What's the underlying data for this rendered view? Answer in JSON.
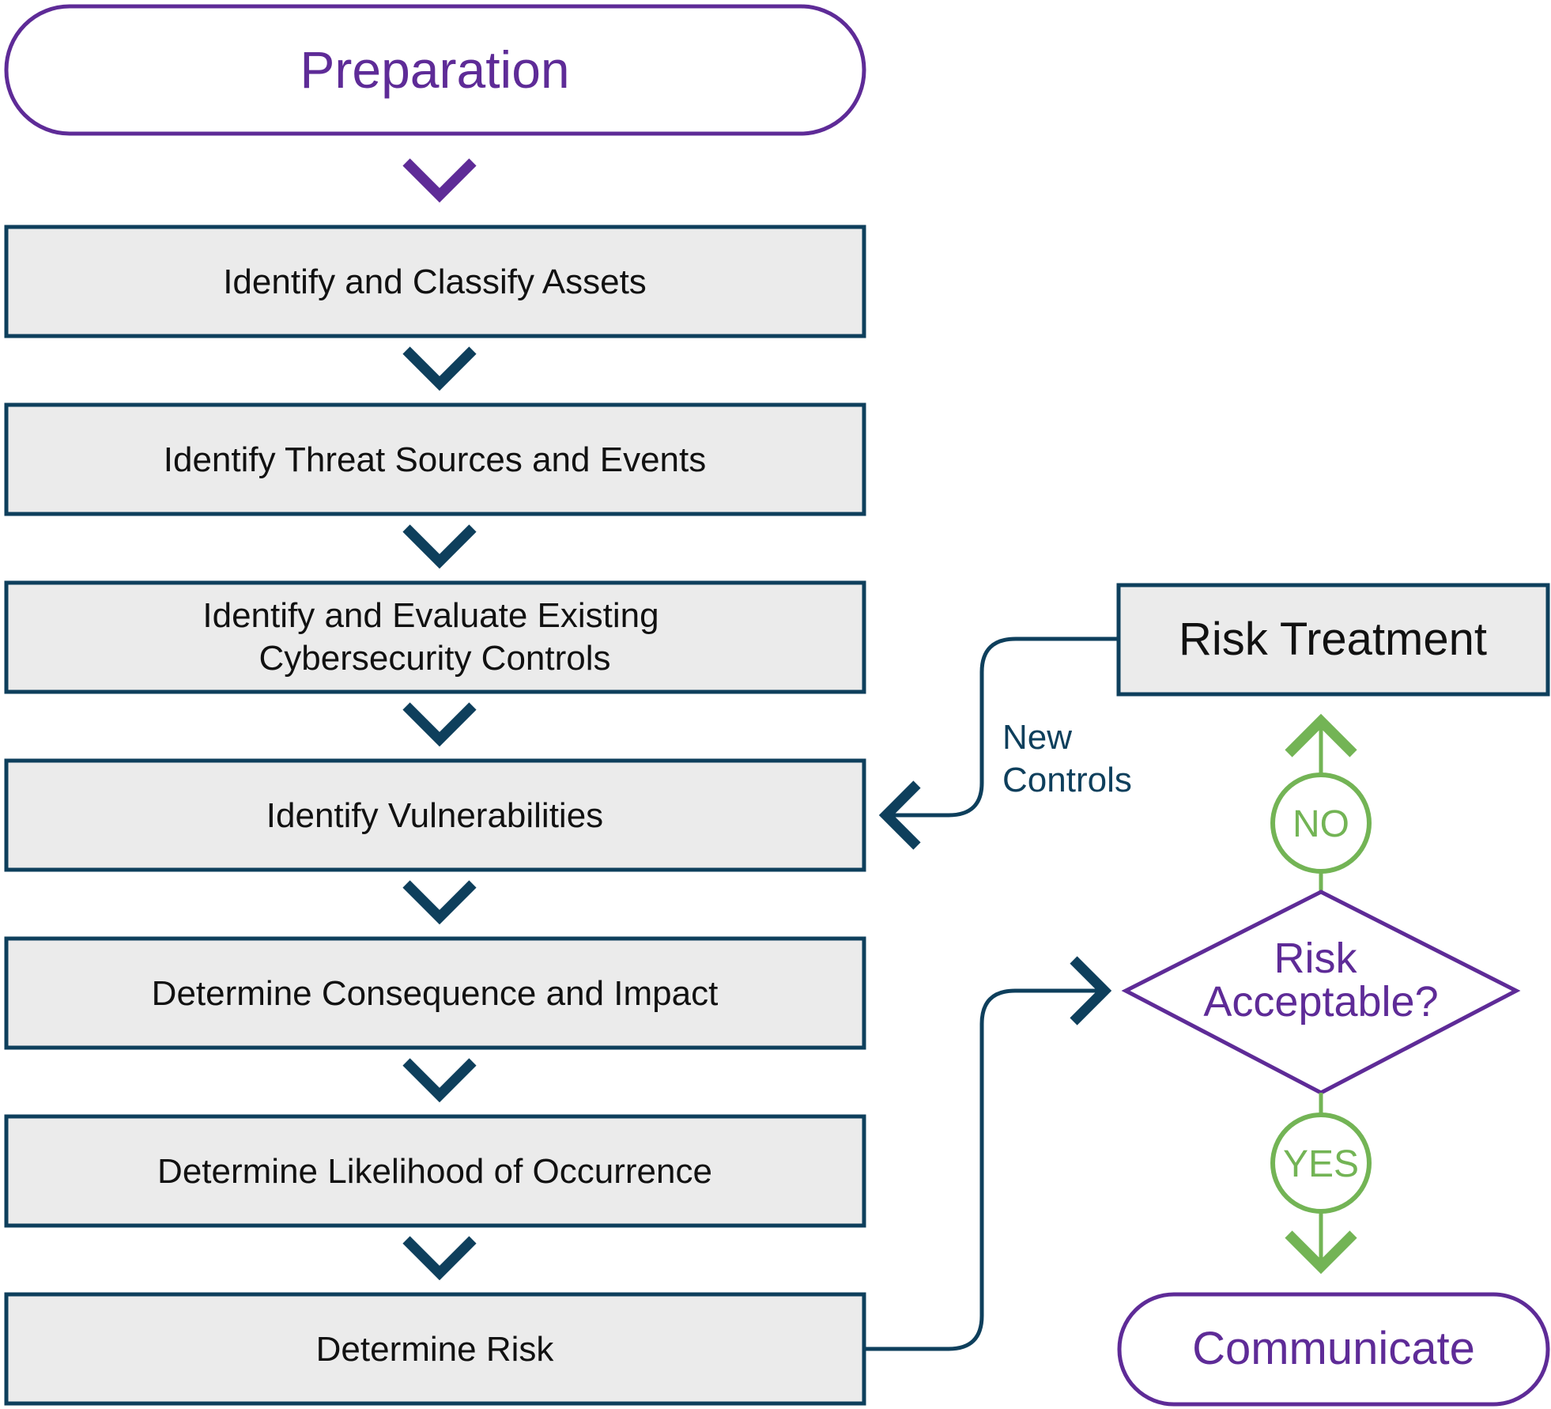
{
  "colors": {
    "purple": "#5e2b97",
    "teal": "#0e3f5c",
    "green": "#73b455",
    "box_fill": "#ebebeb"
  },
  "start": {
    "label": "Preparation"
  },
  "steps": [
    {
      "lines": [
        "Identify and Classify Assets"
      ]
    },
    {
      "lines": [
        "Identify Threat Sources and Events"
      ]
    },
    {
      "lines": [
        "Identify and Evaluate Existing",
        "Cybersecurity Controls"
      ]
    },
    {
      "lines": [
        "Identify Vulnerabilities"
      ]
    },
    {
      "lines": [
        "Determine Consequence and Impact"
      ]
    },
    {
      "lines": [
        "Determine Likelihood of Occurrence"
      ]
    },
    {
      "lines": [
        "Determine Risk"
      ]
    }
  ],
  "treatment": {
    "label": "Risk Treatment"
  },
  "feedback": {
    "lines": [
      "New",
      "Controls"
    ]
  },
  "decision": {
    "lines": [
      "Risk",
      "Acceptable?"
    ]
  },
  "no": {
    "label": "NO"
  },
  "yes": {
    "label": "YES"
  },
  "end": {
    "label": "Communicate"
  }
}
